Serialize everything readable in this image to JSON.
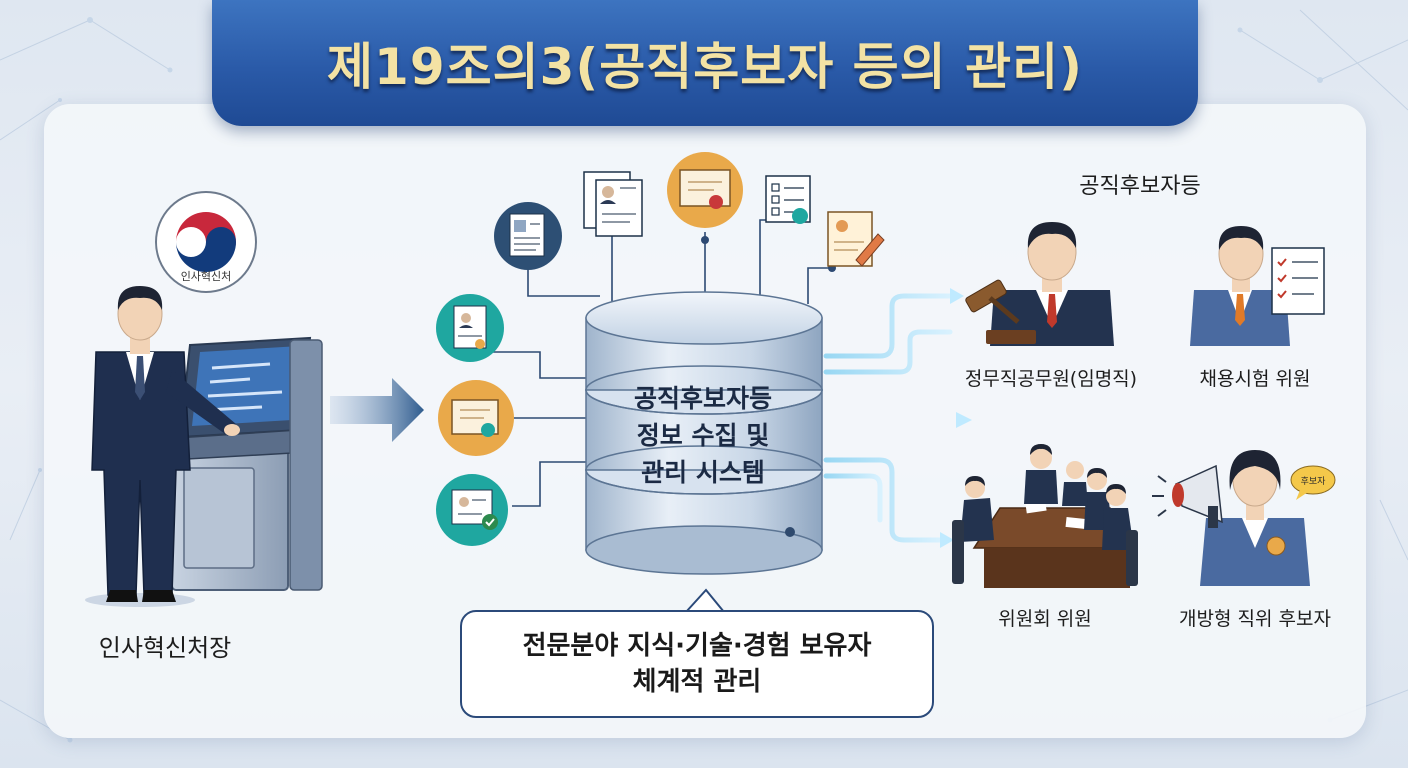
{
  "title": "제19조의3(공직후보자 등의 관리)",
  "emblem_text": "인사혁신처",
  "left": {
    "person_label": "인사혁신처장"
  },
  "center": {
    "db_lines": [
      "공직후보자등",
      "정보 수집 및",
      "관리 시스템"
    ],
    "callout_lines": [
      "전문분야 지식·기술·경험 보유자",
      "체계적 관리"
    ]
  },
  "right": {
    "group_title": "공직후보자등",
    "roles": [
      {
        "label": "정무직공무원(임명직)"
      },
      {
        "label": "채용시험 위원"
      },
      {
        "label": "위원회 위원"
      },
      {
        "label": "개방형 직위 후보자"
      }
    ],
    "speech_bubble": "후보자"
  },
  "icons": [
    "resume-icon",
    "profile-doc-icon",
    "certificate-icon",
    "checklist-icon",
    "form-pencil-icon",
    "profile-doc-icon",
    "certificate-icon",
    "verified-doc-icon"
  ],
  "colors": {
    "banner": "#2a5aa8",
    "title_text": "#f3e2a4",
    "navy_icon": "#2d4f74",
    "teal_icon": "#1fa7a0",
    "gold_icon": "#e9a94a",
    "arrow": "#33608f",
    "glow": "#8fd4f2"
  }
}
